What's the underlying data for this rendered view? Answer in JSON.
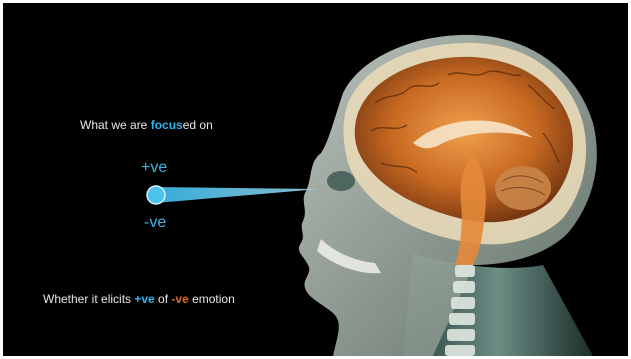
{
  "slide": {
    "top_caption": {
      "prefix": "What we are ",
      "highlight": "focus",
      "suffix": "ed on"
    },
    "positive_label": "+ve",
    "negative_label": "-ve",
    "bottom_caption": {
      "prefix": "Whether it elicits ",
      "positive": "+ve",
      "middle": " of ",
      "negative": "-ve",
      "suffix": " emotion"
    }
  },
  "colors": {
    "background": "#000000",
    "accent_blue": "#35b7e6",
    "accent_orange": "#e46a1e",
    "text": "#e8e8e8"
  },
  "image": {
    "subject": "head-mri-illustration"
  }
}
